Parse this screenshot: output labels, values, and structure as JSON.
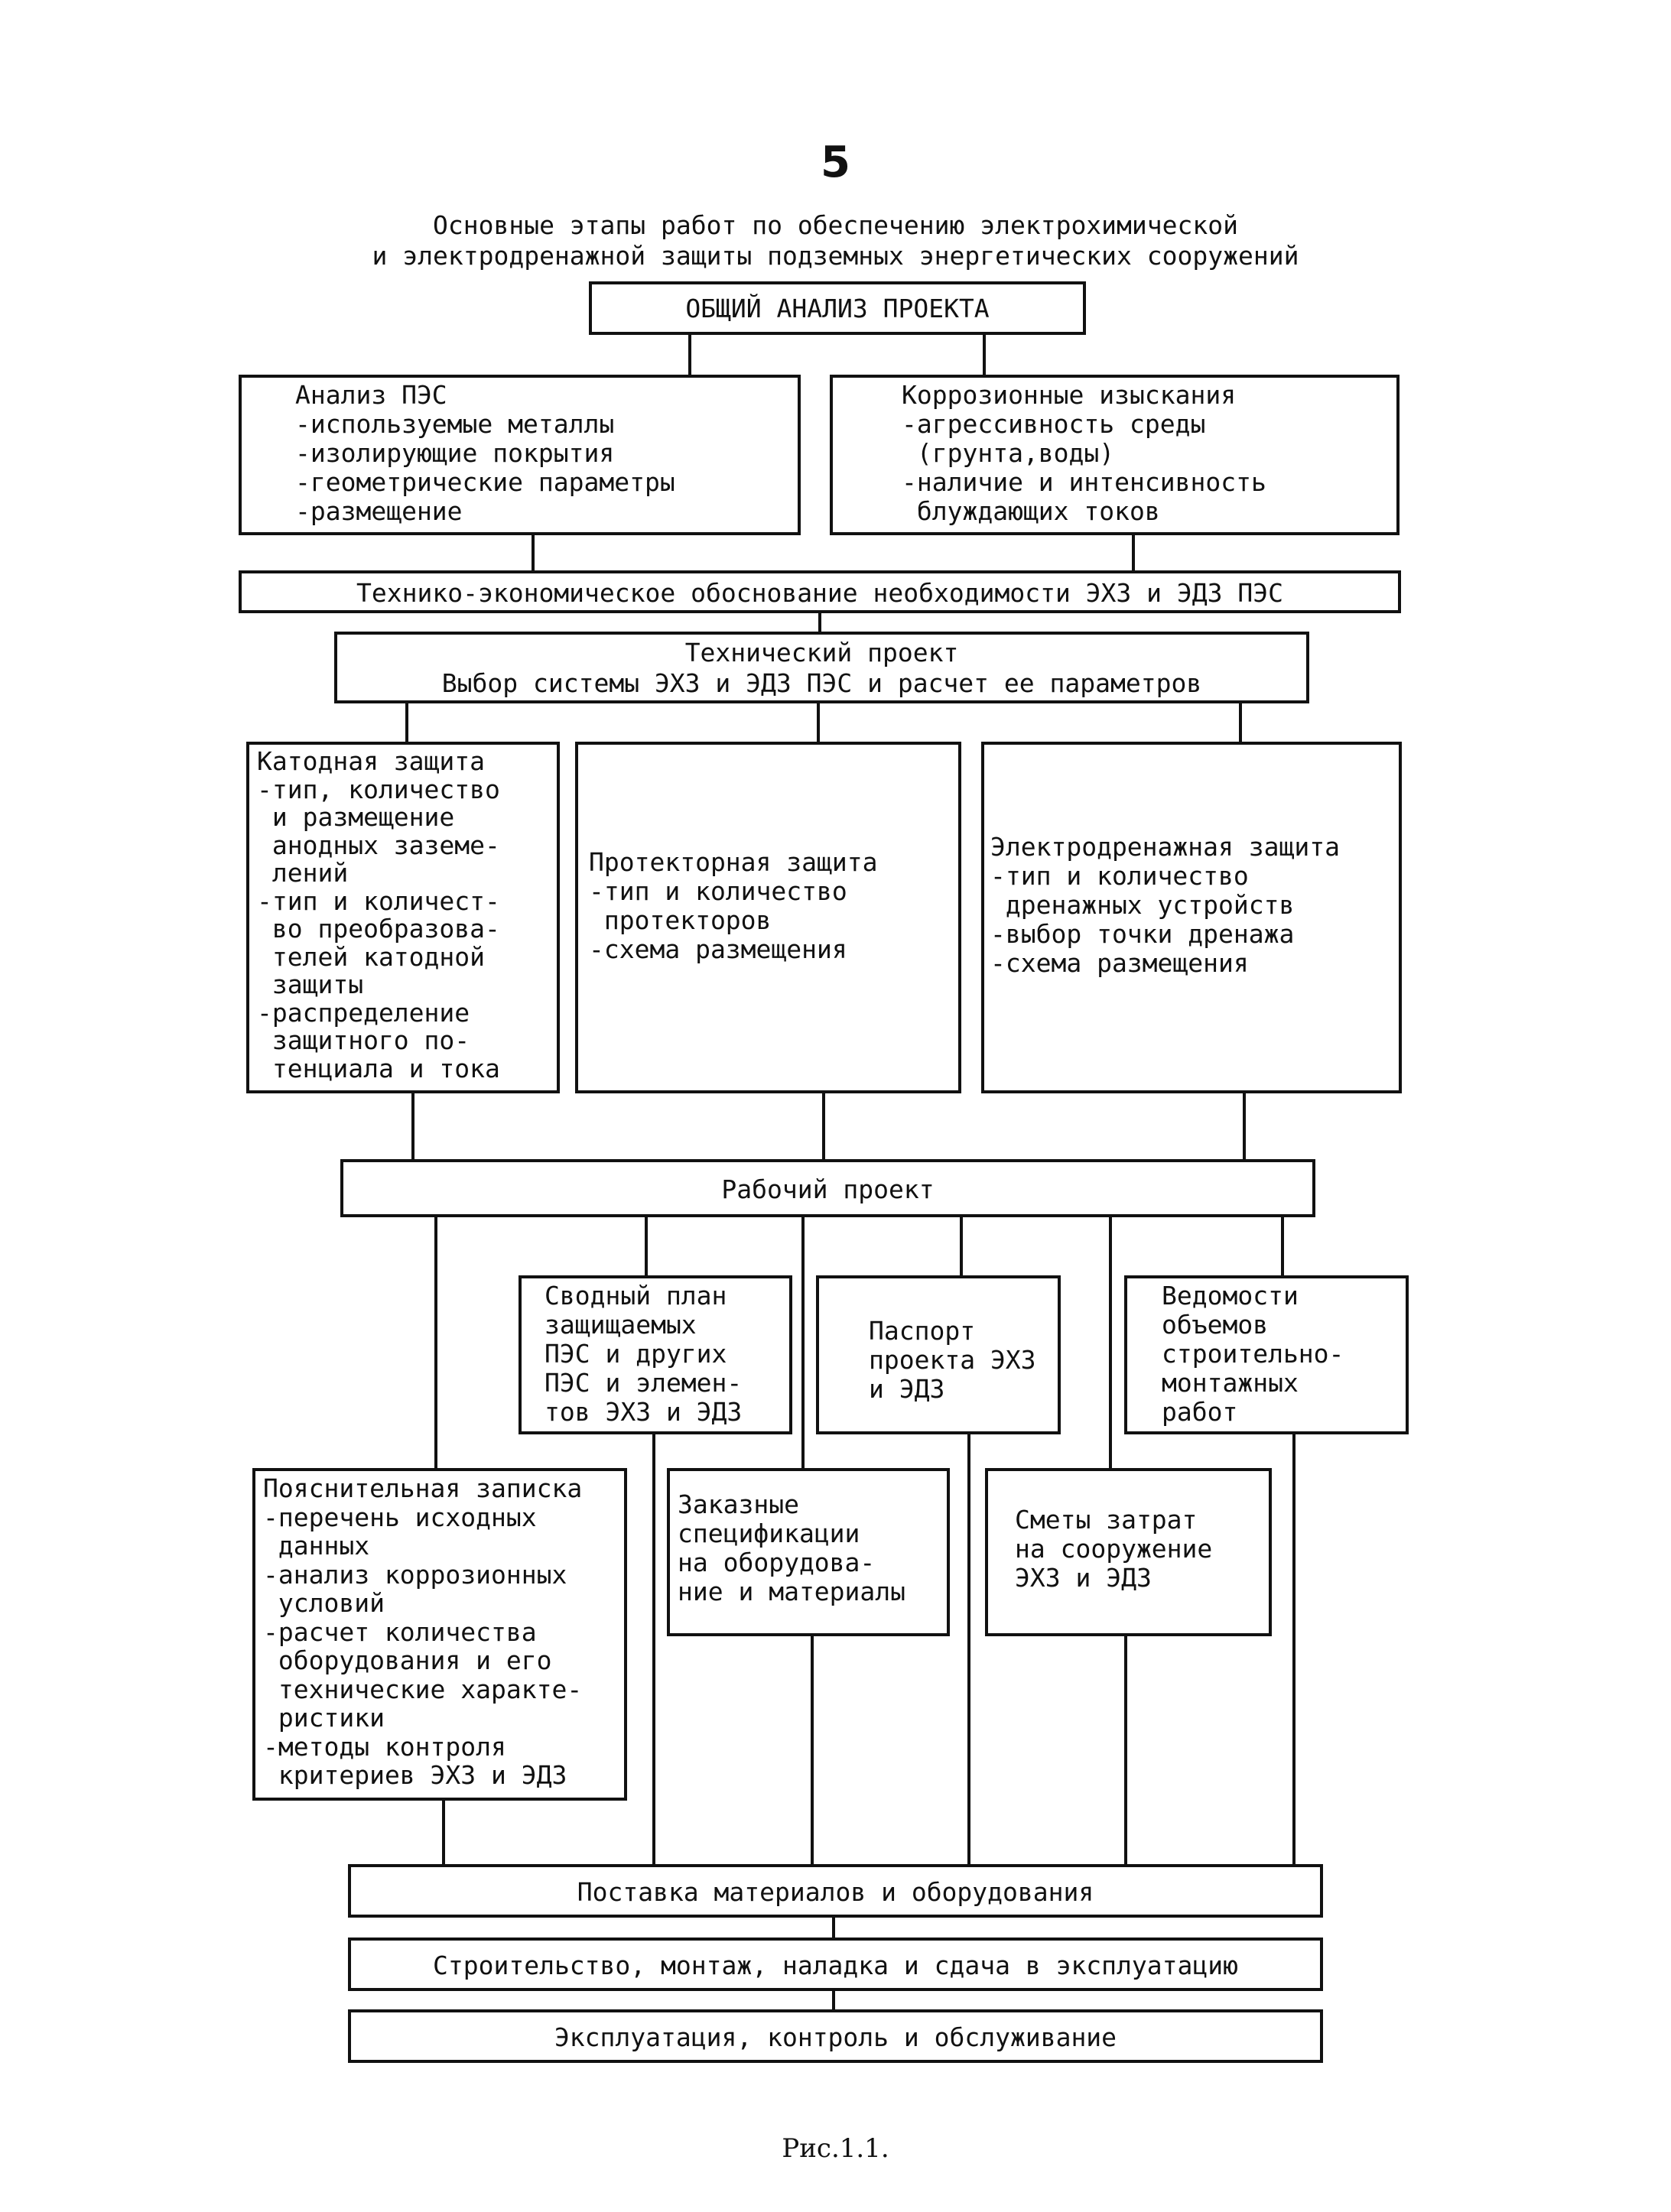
{
  "page_number": "5",
  "title": "Основные этапы работ по обеспечению электрохимической\nи электродренажной защиты подземных энергетических сооружений",
  "boxes": {
    "general_analysis": "ОБЩИЙ АНАЛИЗ ПРОЕКТА",
    "pes_analysis": "Анализ ПЭС\n-используемые металлы\n-изолирующие покрытия\n-геометрические параметры\n-размещение",
    "corrosion_survey": "Коррозионные изыскания\n-агрессивность среды\n (грунта,воды)\n-наличие и интенсивность\n блуждающих токов",
    "feasibility": "Технико-экономическое обоснование необходимости ЭХЗ и ЭДЗ ПЭС",
    "technical_project": "Технический проект\nВыбор системы ЭХЗ и ЭДЗ ПЭС и расчет ее параметров",
    "cathodic": "Катодная защита\n-тип, количество\n и размещение\n анодных заземе-\n лений\n-тип и количест-\n во преобразова-\n телей катодной\n защиты\n-распределение\n защитного по-\n тенциала и тока",
    "protector": "Протекторная защита\n-тип и количество\n протекторов\n-схема размещения",
    "electrodrainage": "Электродренажная защита\n-тип и количество\n дренажных устройств\n-выбор точки дренажа\n-схема размещения",
    "working_project": "Рабочий проект",
    "summary_plan": "Сводный план\nзащищаемых\nПЭС и других\nПЭС и элемен-\nтов ЭХЗ и ЭДЗ",
    "passport": "Паспорт\nпроекта ЭХЗ\nи ЭДЗ",
    "bill_of_quantities": "Ведомости\nобъемов\nстроительно-\nмонтажных\nработ",
    "explanatory_note": "Пояснительная записка\n-перечень исходных\n данных\n-анализ коррозионных\n условий\n-расчет количества\n оборудования и его\n технические характе-\n ристики\n-методы контроля\n критериев ЭХЗ и ЭДЗ",
    "specifications": "Заказные\nспецификации\nна оборудова-\nние и материалы",
    "cost_estimates": "Сметы затрат\nна сооружение\nЭХЗ и ЭДЗ",
    "supply": "Поставка материалов и оборудования",
    "construction": "Строительство, монтаж, наладка и сдача в эксплуатацию",
    "operation": "Эксплуатация, контроль и обслуживание"
  },
  "caption": "Рис.1.1."
}
